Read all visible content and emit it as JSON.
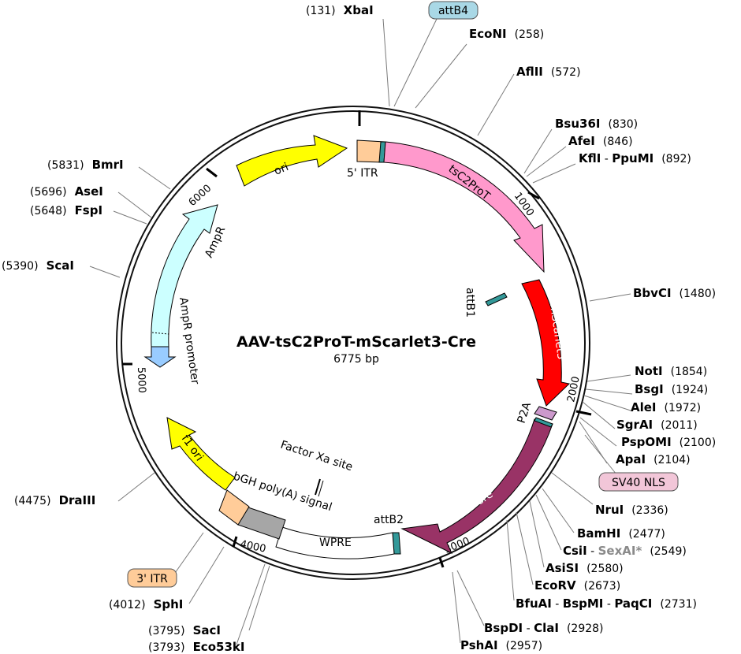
{
  "plasmid": {
    "name": "AAV-tsC2ProT-mScarlet3-Cre",
    "size_label": "6775 bp"
  },
  "ticks": [
    "1000",
    "2000",
    "3000",
    "4000",
    "5000",
    "6000"
  ],
  "features": {
    "five_itr": "5' ITR",
    "tsc2prot": "tsC2ProT",
    "mscarlet3": "mScarlet3",
    "p2a": "P2A",
    "cre": "Cre",
    "attb1": "attB1",
    "attb2": "attB2",
    "wpre": "WPRE",
    "bgh": "bGH poly(A) signal",
    "factor_xa": "Factor Xa site",
    "f1_ori": "f1 ori",
    "ampr_promoter": "AmpR promoter",
    "ampr": "AmpR",
    "ori": "ori"
  },
  "boxed_labels": {
    "attb4": "attB4",
    "sv40_nls": "SV40 NLS",
    "three_itr": "3' ITR"
  },
  "enzymes": {
    "xbai": {
      "name": "XbaI",
      "pos": "(131)"
    },
    "econi": {
      "name": "EcoNI",
      "pos": "(258)"
    },
    "aflii": {
      "name": "AflII",
      "pos": "(572)"
    },
    "bsu36i": {
      "name": "Bsu36I",
      "pos": "(830)"
    },
    "afei": {
      "name": "AfeI",
      "pos": "(846)"
    },
    "kfli": {
      "name": "KflI",
      "sep": " - ",
      "name2": "PpuMI",
      "pos": "(892)"
    },
    "bbvci": {
      "name": "BbvCI",
      "pos": "(1480)"
    },
    "noti": {
      "name": "NotI",
      "pos": "(1854)"
    },
    "bsgi": {
      "name": "BsgI",
      "pos": "(1924)"
    },
    "alei": {
      "name": "AleI",
      "pos": "(1972)"
    },
    "sgrai": {
      "name": "SgrAI",
      "pos": "(2011)"
    },
    "pspomi": {
      "name": "PspOMI",
      "pos": "(2100)"
    },
    "apai": {
      "name": "ApaI",
      "pos": "(2104)"
    },
    "nrui": {
      "name": "NruI",
      "pos": "(2336)"
    },
    "bamhi": {
      "name": "BamHI",
      "pos": "(2477)"
    },
    "csii": {
      "name": "CsiI",
      "sep": " - ",
      "name2": "SexAI*",
      "pos": "(2549)"
    },
    "asisi": {
      "name": "AsiSI",
      "pos": "(2580)"
    },
    "ecorv": {
      "name": "EcoRV",
      "pos": "(2673)"
    },
    "bfuai": {
      "name": "BfuAI",
      "sep": " - ",
      "name2": "BspMI",
      "sep2": " - ",
      "name3": "PaqCI",
      "pos": "(2731)"
    },
    "bspdi": {
      "name": "BspDI",
      "sep": " - ",
      "name2": "ClaI",
      "pos": "(2928)"
    },
    "pshai": {
      "name": "PshAI",
      "pos": "(2957)"
    },
    "eco53ki": {
      "name": "Eco53kI",
      "pos": "(3793)"
    },
    "saci": {
      "name": "SacI",
      "pos": "(3795)"
    },
    "sphi": {
      "name": "SphI",
      "pos": "(4012)"
    },
    "draiii": {
      "name": "DraIII",
      "pos": "(4475)"
    },
    "scai": {
      "name": "ScaI",
      "pos": "(5390)"
    },
    "fspi": {
      "name": "FspI",
      "pos": "(5648)"
    },
    "asei": {
      "name": "AseI",
      "pos": "(5696)"
    },
    "bmri": {
      "name": "BmrI",
      "pos": "(5831)"
    }
  },
  "colors": {
    "tsc2prot": "#ff99cc",
    "mscarlet3": "#ff0000",
    "cre": "#993366",
    "ampr": "#ccffff",
    "ampr_promoter": "#99ccff",
    "ori": "#ffff00",
    "f1_ori": "#ffff00",
    "itr": "#ffcc99",
    "bgh": "#a6a6a6",
    "attb": "#339999",
    "p2a": "#cc99cc",
    "nls_box": "#f2c6d8",
    "attb4_box": "#a9d8e6",
    "itr_box": "#ffcc99"
  }
}
